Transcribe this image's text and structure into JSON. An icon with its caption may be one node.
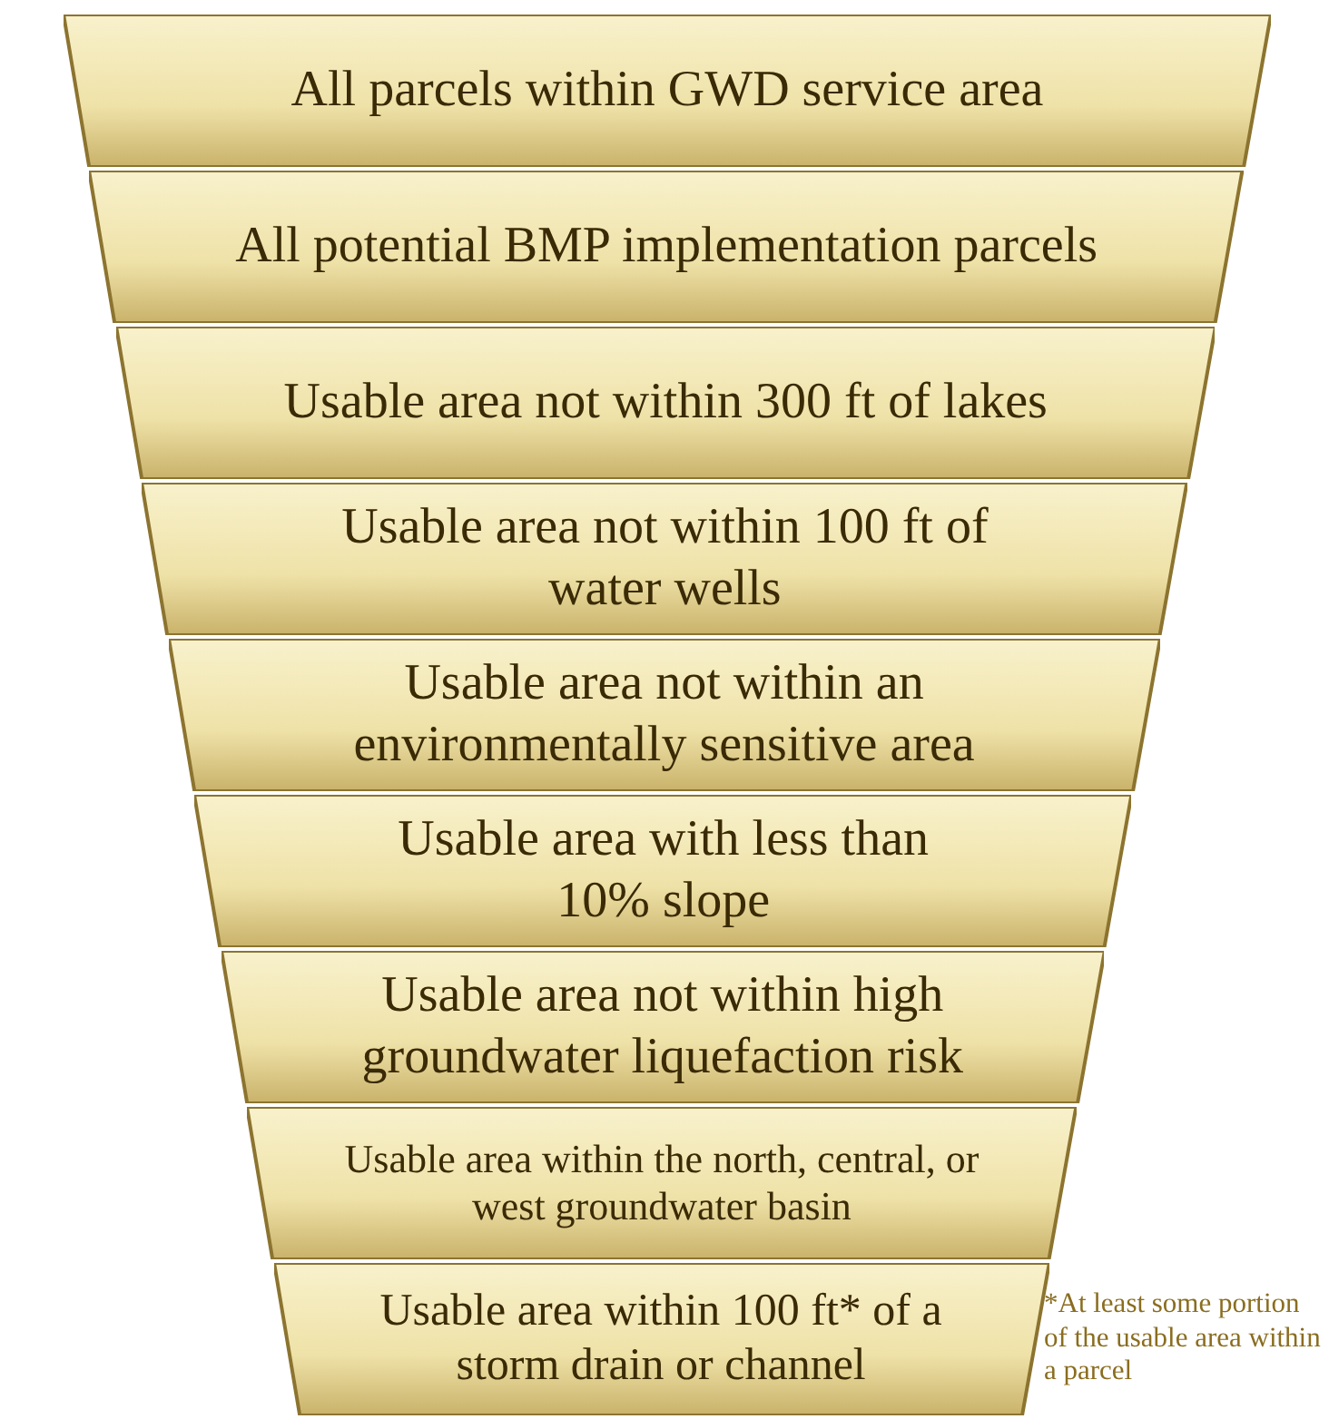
{
  "diagram": {
    "nodes": [
      {
        "text": [
          "All parcels within GWD service area"
        ]
      },
      {
        "text": [
          "All potential BMP implementation parcels"
        ]
      },
      {
        "text": [
          "Usable area not within 300 ft of lakes"
        ]
      },
      {
        "text": [
          "Usable area not within 100 ft of water wells"
        ]
      },
      {
        "text": [
          "Usable area not within an environmentally sensitive area"
        ]
      },
      {
        "text": [
          "Usable area with less than 10% slope"
        ]
      },
      {
        "text": [
          "Usable area not within high groundwater liquefaction risk"
        ]
      },
      {
        "text": [
          "Usable area within the north, central, or west groundwater basin"
        ]
      },
      {
        "text": [
          "Usable area within 100 ft* of a storm drain or channel"
        ]
      }
    ],
    "labels": [
      "*At least some portion of the usable area within a parcel"
    ]
  }
}
